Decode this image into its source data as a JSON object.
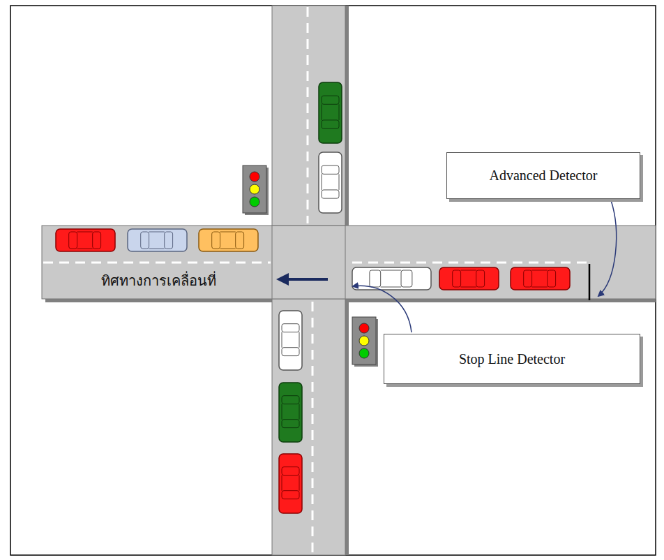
{
  "diagram": {
    "nodes": [
      {
        "text": [
          "Advanced Detector"
        ]
      },
      {
        "text": [
          "Stop Line Detector"
        ]
      }
    ],
    "labels": [
      "ทิศทางการเคลื่อนที่"
    ]
  }
}
